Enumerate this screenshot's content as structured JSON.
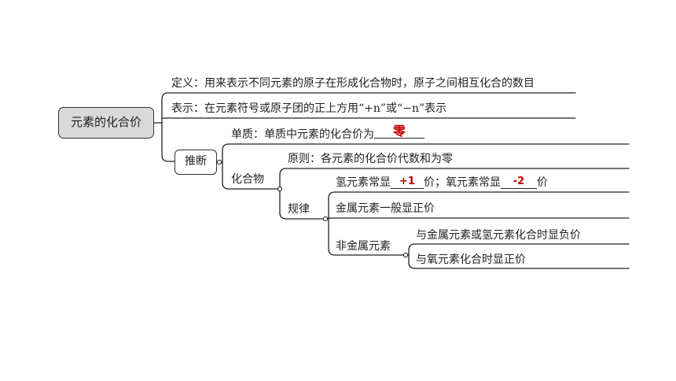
{
  "root": {
    "label": "元素的化合价"
  },
  "definition": {
    "text": "定义：用来表示不同元素的原子在形成化合物时，原子之间相互化合的数目"
  },
  "notation": {
    "text": "表示：在元素符号或原子团的正上方用“+n”或“−n”表示"
  },
  "inference": {
    "label": "推断",
    "elemental": {
      "prefix": "单质：单质中元素的化合价为",
      "answer": "零"
    },
    "compound": {
      "label": "化合物",
      "principle": "原则：各元素的化合价代数和为零",
      "rules": {
        "label": "规律",
        "hydrogen_oxygen": {
          "part1": "氢元素常显",
          "answer1": "+1",
          "part2": "价；氧元素常显",
          "answer2": "-2",
          "part3": "价"
        },
        "metal": "金属元素一般显正价",
        "nonmetal": {
          "label": "非金属元素",
          "case1": "与金属元素或氢元素化合时显负价",
          "case2": "与氧元素化合时显正价"
        }
      }
    }
  }
}
